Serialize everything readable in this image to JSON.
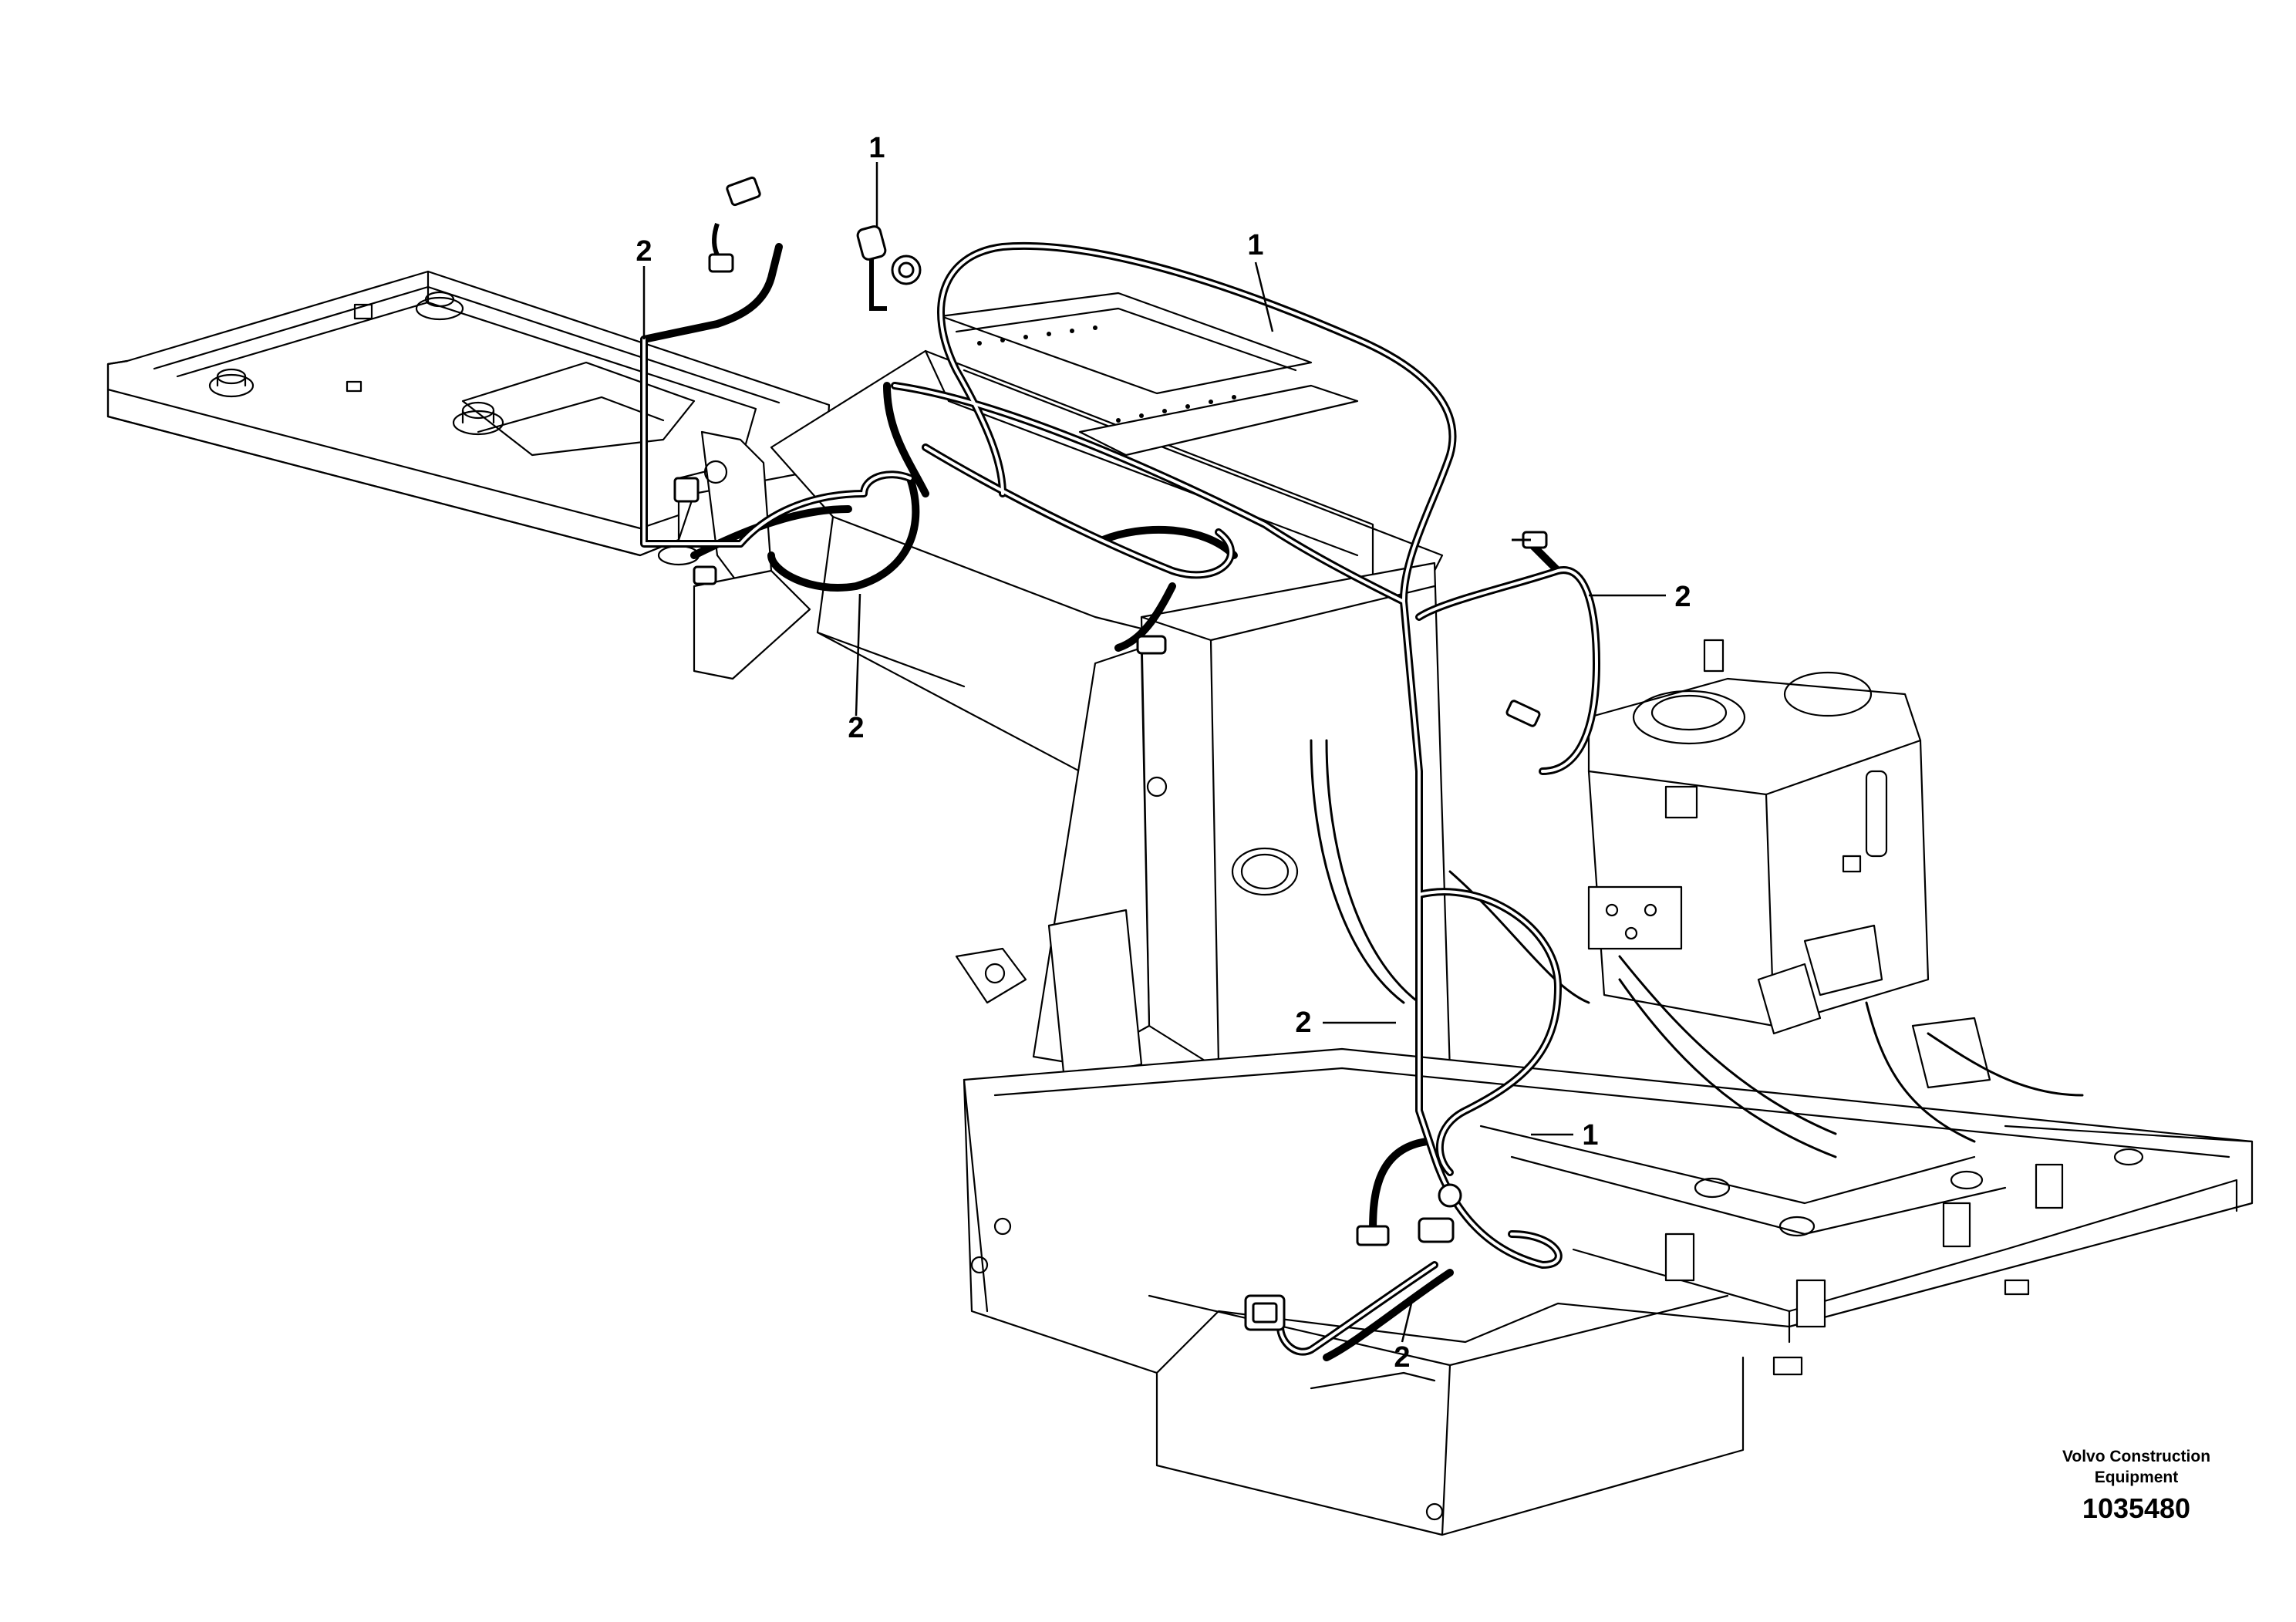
{
  "callouts": [
    {
      "id": "c1",
      "label": "1"
    },
    {
      "id": "c2",
      "label": "2"
    },
    {
      "id": "c3",
      "label": "1"
    },
    {
      "id": "c4",
      "label": "2"
    },
    {
      "id": "c5",
      "label": "2"
    },
    {
      "id": "c6",
      "label": "2"
    },
    {
      "id": "c7",
      "label": "1"
    },
    {
      "id": "c8",
      "label": "2"
    }
  ],
  "footer": {
    "brand_line1": "Volvo Construction",
    "brand_line2": "Equipment",
    "part_number": "1035480"
  }
}
